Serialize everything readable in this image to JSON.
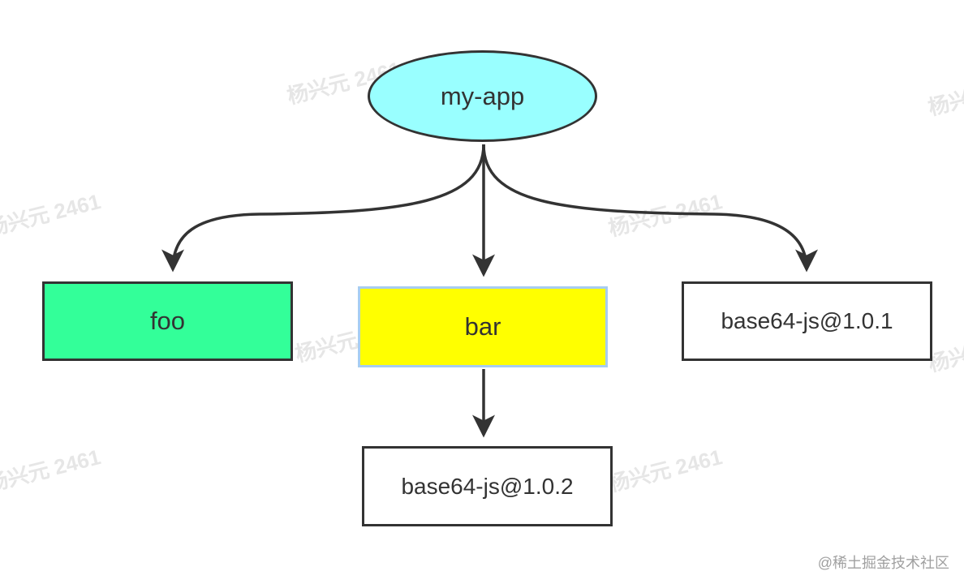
{
  "diagram": {
    "nodes": {
      "root": {
        "label": "my-app",
        "fill": "#99ffff"
      },
      "foo": {
        "label": "foo",
        "fill": "#33ff99"
      },
      "bar": {
        "label": "bar",
        "fill": "#ffff00"
      },
      "base101": {
        "label": "base64-js@1.0.1",
        "fill": "#ffffff"
      },
      "base102": {
        "label": "base64-js@1.0.2",
        "fill": "#ffffff"
      }
    },
    "edges": [
      {
        "from": "my-app",
        "to": "foo"
      },
      {
        "from": "my-app",
        "to": "bar"
      },
      {
        "from": "my-app",
        "to": "base64-js@1.0.1"
      },
      {
        "from": "bar",
        "to": "base64-js@1.0.2"
      }
    ],
    "edge_color": "#333333"
  },
  "watermark": {
    "text": "杨兴元 2461"
  },
  "credit": {
    "text": "@稀土掘金技术社区"
  }
}
